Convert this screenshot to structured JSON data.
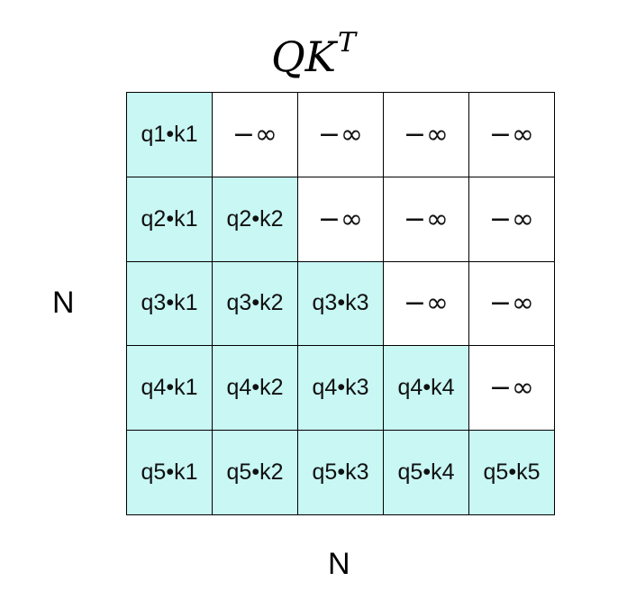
{
  "title": {
    "base": "QK",
    "superscript": "T"
  },
  "axis_labels": {
    "rows": "N",
    "cols": "N"
  },
  "colors": {
    "unmasked_cell": "#c8f7f4",
    "masked_cell": "#ffffff",
    "grid_line": "#000000"
  },
  "matrix": {
    "rows": [
      [
        "q1•k1",
        "−∞",
        "−∞",
        "−∞",
        "−∞"
      ],
      [
        "q2•k1",
        "q2•k2",
        "−∞",
        "−∞",
        "−∞"
      ],
      [
        "q3•k1",
        "q3•k2",
        "q3•k3",
        "−∞",
        "−∞"
      ],
      [
        "q4•k1",
        "q4•k2",
        "q4•k3",
        "q4•k4",
        "−∞"
      ],
      [
        "q5•k1",
        "q5•k2",
        "q5•k3",
        "q5•k4",
        "q5•k5"
      ]
    ]
  }
}
